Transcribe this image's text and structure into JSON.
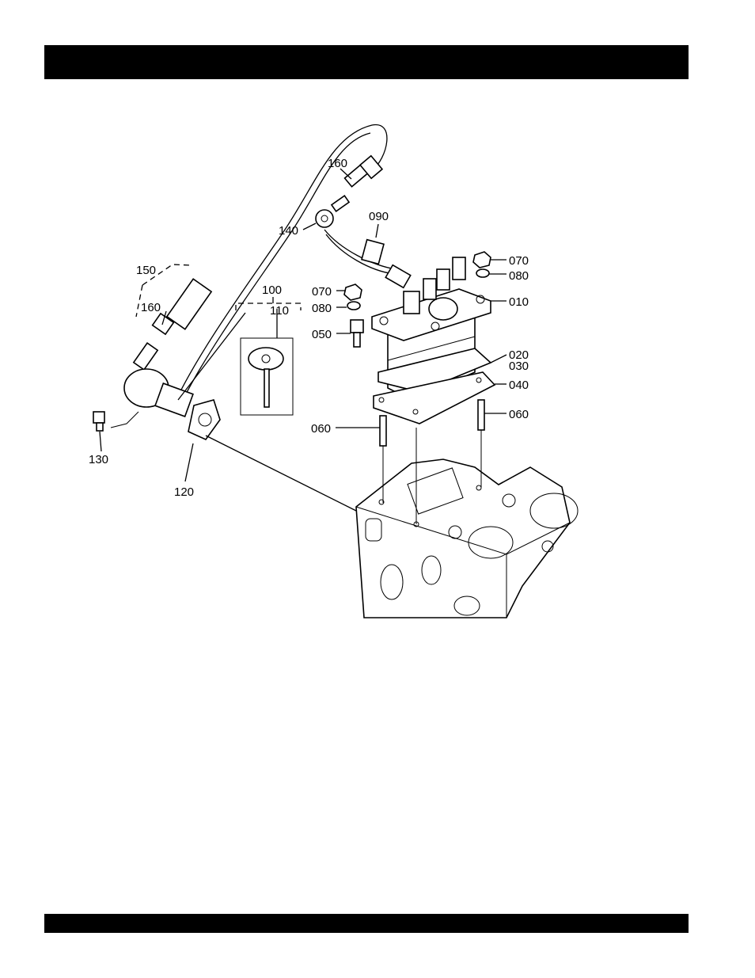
{
  "header_bar": "",
  "footer_bar": "",
  "labels": {
    "p010": "010",
    "p020": "020",
    "p030": "030",
    "p040": "040",
    "p050": "050",
    "p060_left": "060",
    "p060_right": "060",
    "p070_left": "070",
    "p070_right": "070",
    "p080_left": "080",
    "p080_right": "080",
    "p090": "090",
    "p100": "100",
    "p110": "110",
    "p120": "120",
    "p130": "130",
    "p140": "140",
    "p150": "150",
    "p160_top": "160",
    "p160_left": "160"
  }
}
